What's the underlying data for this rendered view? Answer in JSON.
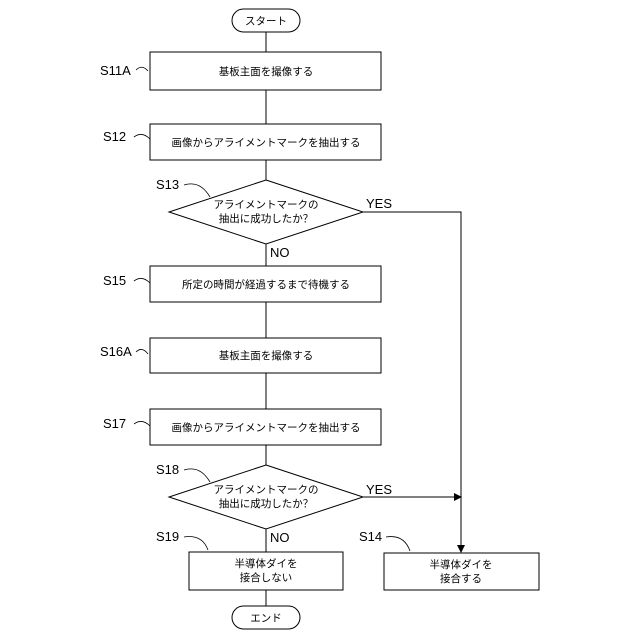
{
  "terminals": {
    "start": "スタート",
    "end": "エンド"
  },
  "steps": {
    "s11a": {
      "label": "S11A",
      "text": "基板主面を撮像する"
    },
    "s12": {
      "label": "S12",
      "text": "画像からアライメントマークを抽出する"
    },
    "s13": {
      "label": "S13",
      "line1": "アライメントマークの",
      "line2": "抽出に成功したか？"
    },
    "s15": {
      "label": "S15",
      "text": "所定の時間が経過するまで待機する"
    },
    "s16a": {
      "label": "S16A",
      "text": "基板主面を撮像する"
    },
    "s17": {
      "label": "S17",
      "text": "画像からアライメントマークを抽出する"
    },
    "s18": {
      "label": "S18",
      "line1": "アライメントマークの",
      "line2": "抽出に成功したか？"
    },
    "s19": {
      "label": "S19",
      "line1": "半導体ダイを",
      "line2": "接合しない"
    },
    "s14": {
      "label": "S14",
      "line1": "半導体ダイを",
      "line2": "接合する"
    }
  },
  "branches": {
    "yes": "YES",
    "no": "NO"
  }
}
